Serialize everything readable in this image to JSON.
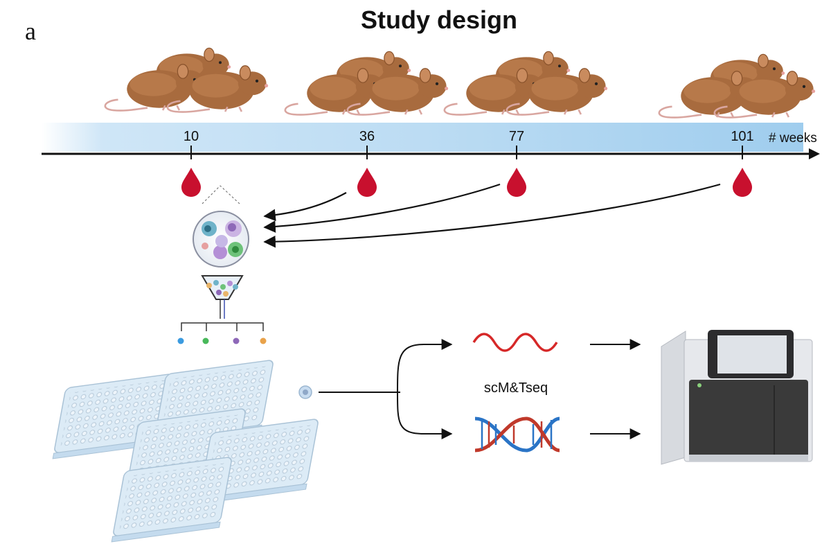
{
  "panel_label": "a",
  "title": "Study design",
  "timeline": {
    "unit_label": "# weeks",
    "timepoints": [
      "10",
      "36",
      "77",
      "101"
    ]
  },
  "method_label": "scM&Tseq",
  "colors": {
    "timeline_band": "#a9d3f0",
    "blood": "#c8102e",
    "mouse": "#a86b3e",
    "rna_wave": "#d62828",
    "dna_blue": "#2a74c6",
    "dna_red": "#c0392b",
    "sequencer": "#3a3a3a"
  },
  "icons": [
    "mouse-icon",
    "blood-drop-icon",
    "cell-sample-icon",
    "cell-sorter-icon",
    "well-plate-icon",
    "single-cell-icon",
    "rna-wave-icon",
    "dna-helix-icon",
    "sequencer-icon"
  ]
}
